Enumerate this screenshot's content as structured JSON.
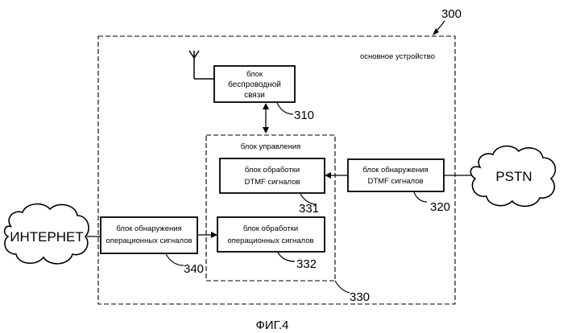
{
  "labels": {
    "device_number": "300",
    "main_device": "основное устройство",
    "control_block": "блок управления",
    "control_number": "330",
    "figure_caption": "ФИГ.4"
  },
  "blocks": {
    "wireless": {
      "line1": "блок",
      "line2": "беспроводной",
      "line3": "связи",
      "number": "310"
    },
    "dtmf_processing": {
      "line1": "блок обработки",
      "line2": "DTMF сигналов",
      "number": "331"
    },
    "op_processing": {
      "line1": "блок обработки",
      "line2": "операционных сигналов",
      "number": "332"
    },
    "dtmf_detection": {
      "line1": "блок обнаружения",
      "line2": "DTMF сигналов",
      "number": "320"
    },
    "op_detection": {
      "line1": "блок обнаружения",
      "line2": "операционных сигналов",
      "number": "340"
    }
  },
  "clouds": {
    "pstn": "PSTN",
    "internet": "ИНТЕРНЕТ"
  }
}
